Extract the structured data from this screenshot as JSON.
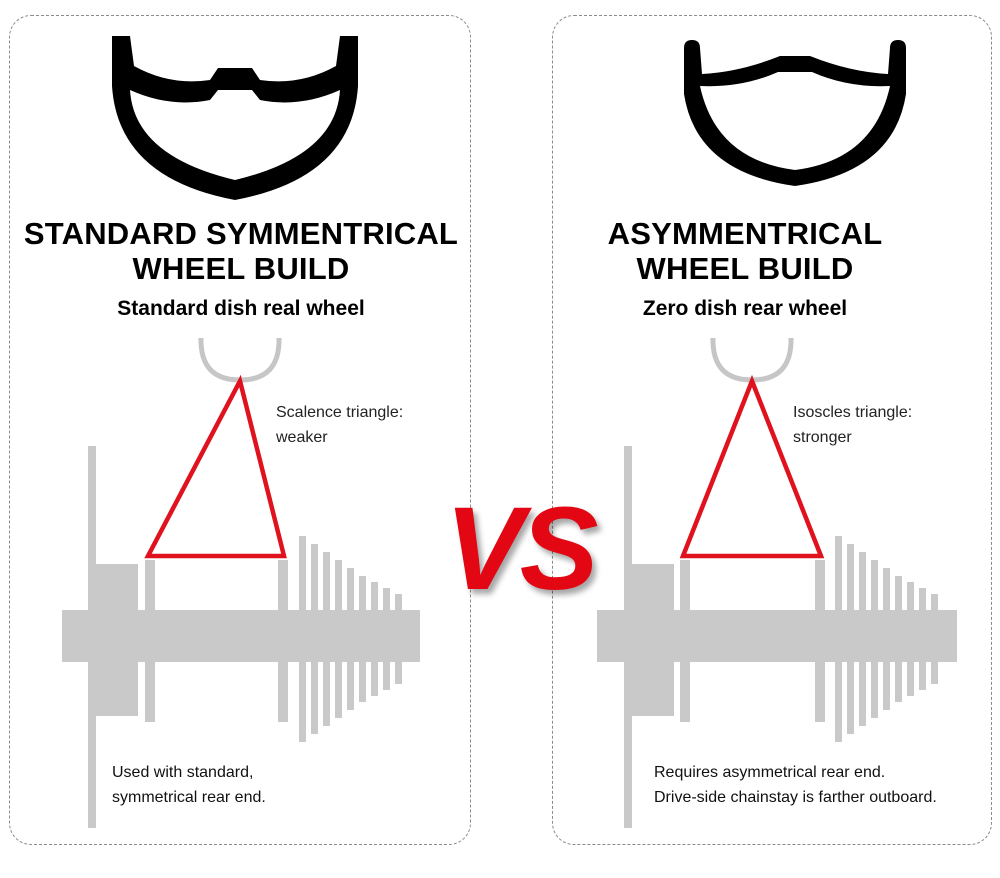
{
  "left": {
    "title_line1": "STANDARD SYMMENTRICAL",
    "title_line2": "WHEEL BUILD",
    "subtitle": "Standard dish real wheel",
    "triangle_label_line1": "Scalence triangle:",
    "triangle_label_line2": "weaker",
    "note_line1": "Used with standard,",
    "note_line2": "symmetrical rear end."
  },
  "right": {
    "title_line1": "ASYMMENTRICAL",
    "title_line2": "WHEEL BUILD",
    "subtitle": "Zero dish rear wheel",
    "triangle_label_line1": "Isoscles triangle:",
    "triangle_label_line2": "stronger",
    "note_line1": "Requires asymmetrical rear end.",
    "note_line2": "Drive-side chainstay is farther outboard."
  },
  "vs_label": "VS",
  "colors": {
    "triangle": "#e0121e",
    "hub": "#c9c9c9",
    "rim_outline": "#000000",
    "vs": "#e30613",
    "panel_border": "#8a8a8a"
  }
}
